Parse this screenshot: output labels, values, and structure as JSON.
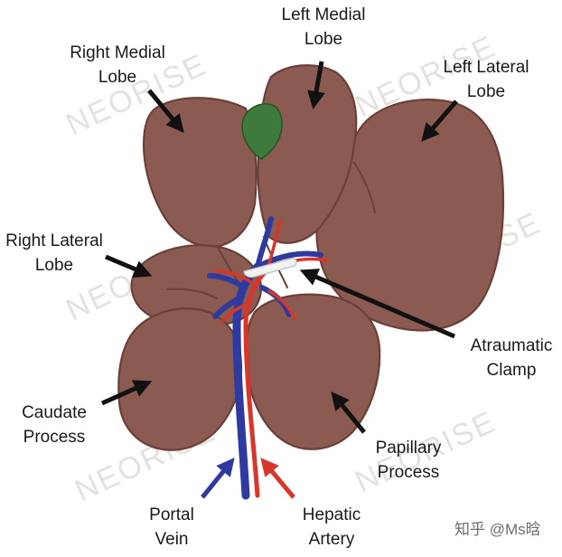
{
  "title": "",
  "labels": {
    "left_medial_lobe": [
      "Left Medial",
      "Lobe"
    ],
    "right_medial_lobe": [
      "Right Medial",
      "Lobe"
    ],
    "left_lateral_lobe": [
      "Left Lateral",
      "Lobe"
    ],
    "right_lateral_lobe": [
      "Right Lateral",
      "Lobe"
    ],
    "atraumatic_clamp": [
      "Atraumatic",
      "Clamp"
    ],
    "caudate_process": [
      "Caudate",
      "Process"
    ],
    "papillary_process": [
      "Papillary",
      "Process"
    ],
    "portal_vein": [
      "Portal",
      "Vein"
    ],
    "hepatic_artery": [
      "Hepatic",
      "Artery"
    ]
  },
  "watermark": "NEORISE",
  "footer_credit": "知乎 @Ms晗",
  "colors": {
    "liver": "#8b5a51",
    "liver_outline": "#6a4038",
    "gallbladder": "#3e7a3c",
    "portal_vein": "#2f3aa0",
    "hepatic_artery": "#d8362b",
    "clamp": "#f2f2f2",
    "label_arrow": "#111111"
  }
}
